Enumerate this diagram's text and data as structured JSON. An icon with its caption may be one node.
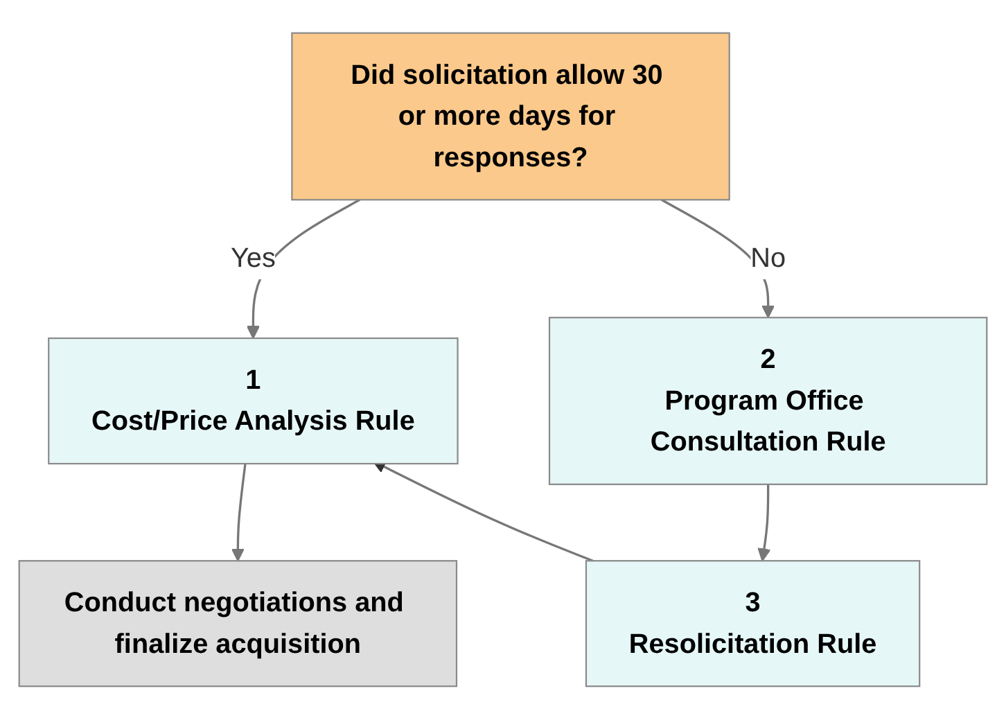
{
  "diagram": {
    "nodes": [
      {
        "text": [
          "Did solicitation allow 30 or more days for responses?"
        ]
      },
      {
        "text": [
          "1",
          "Cost/Price Analysis Rule"
        ]
      },
      {
        "text": [
          "2",
          "Program Office Consultation Rule"
        ]
      },
      {
        "text": [
          "Conduct negotiations and finalize acquisition"
        ]
      },
      {
        "text": [
          "3",
          "Resolicitation Rule"
        ]
      }
    ],
    "edges": [
      {
        "from": 0,
        "to": 1,
        "arrow": "to",
        "label": "Yes"
      },
      {
        "from": 0,
        "to": 2,
        "arrow": "to",
        "label": "No"
      },
      {
        "from": 1,
        "to": 3,
        "arrow": "to"
      },
      {
        "from": 2,
        "to": 4,
        "arrow": "to"
      },
      {
        "from": 4,
        "to": 1,
        "arrow": "to"
      }
    ]
  }
}
